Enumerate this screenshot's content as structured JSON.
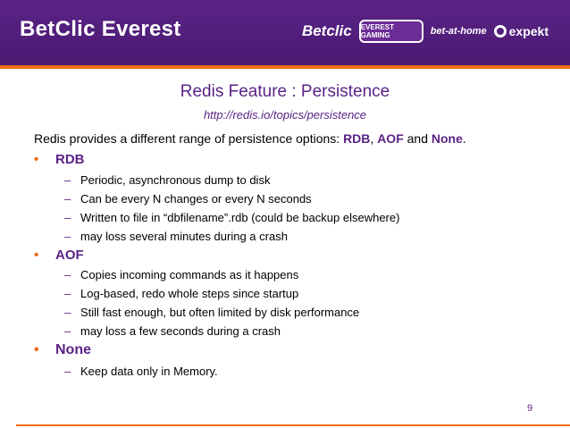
{
  "header": {
    "title": "BetClic Everest",
    "logos": [
      "Betclic",
      "EVEREST GAMING",
      "bet-at-home",
      "expekt"
    ],
    "colors": {
      "band": "#5a2386",
      "accent": "#f06a16"
    }
  },
  "slide": {
    "title": "Redis Feature : Persistence",
    "url": "http://redis.io/topics/persistence",
    "intro": {
      "prefix": "Redis provides a different range of persistence options: ",
      "opt1": "RDB",
      "sep1": ", ",
      "opt2": "AOF",
      "sep2": " and ",
      "opt3": "None",
      "suffix": "."
    },
    "sections": [
      {
        "label": "RDB",
        "items": [
          "Periodic, asynchronous dump to disk",
          "Can be every N changes or every N seconds",
          "Written to file in “dbfilename”.rdb (could be backup elsewhere)",
          "may loss several minutes during a crash"
        ]
      },
      {
        "label": "AOF",
        "items": [
          "Copies incoming commands as it happens",
          "Log-based, redo whole steps since startup",
          "Still fast enough, but often limited by disk performance",
          "may loss a few seconds during a crash"
        ]
      },
      {
        "label": "None",
        "items": [
          "Keep data only in Memory."
        ]
      }
    ],
    "bullet_glyph": "•",
    "dash_glyph": "–",
    "page_number": "9"
  }
}
